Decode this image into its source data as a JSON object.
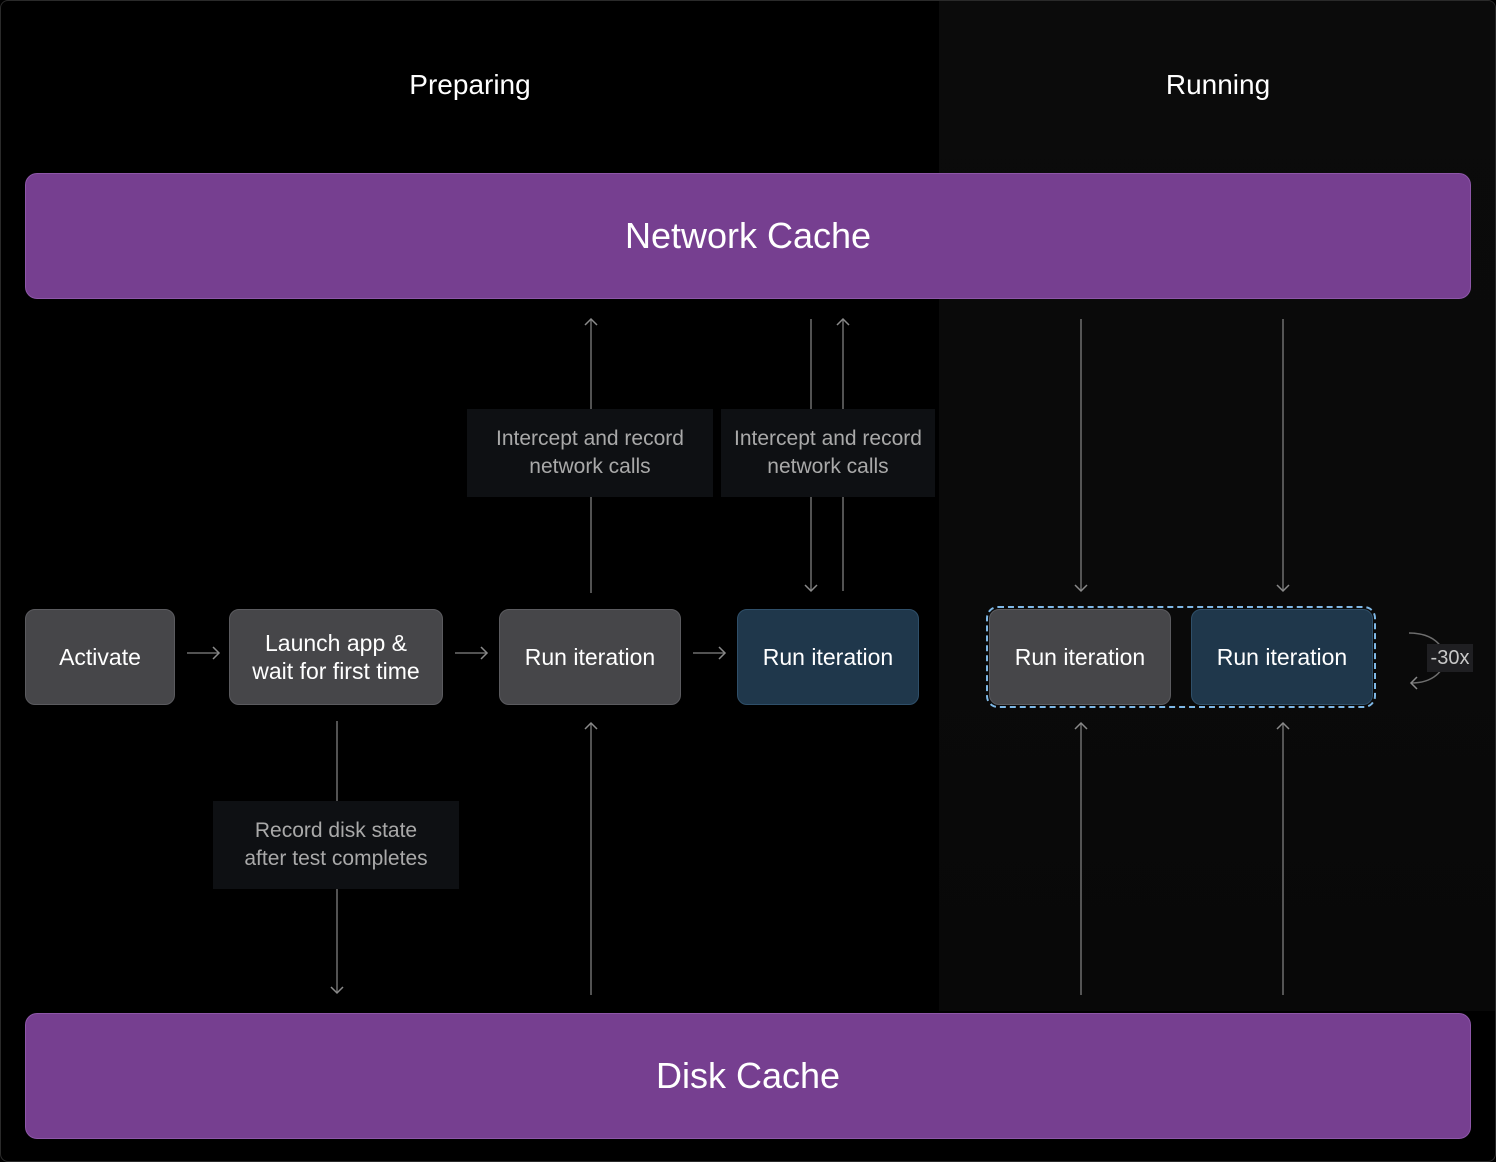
{
  "phases": {
    "preparing": "Preparing",
    "running": "Running"
  },
  "caches": {
    "network": "Network Cache",
    "disk": "Disk Cache"
  },
  "steps": {
    "activate": "Activate",
    "launch": "Launch app &\nwait for first time",
    "run1": "Run iteration",
    "run2": "Run iteration",
    "run3": "Run iteration",
    "run4": "Run iteration"
  },
  "notes": {
    "intercept1": "Intercept and record\nnetwork calls",
    "intercept2": "Intercept and record\nnetwork calls",
    "record_disk": "Record disk state\nafter test completes"
  },
  "loop": {
    "label": "-30x"
  },
  "colors": {
    "cache_purple": "#763f90",
    "step_gray": "#464649",
    "step_blue": "#1f374b",
    "dashed_group": "#7fb8e6"
  }
}
